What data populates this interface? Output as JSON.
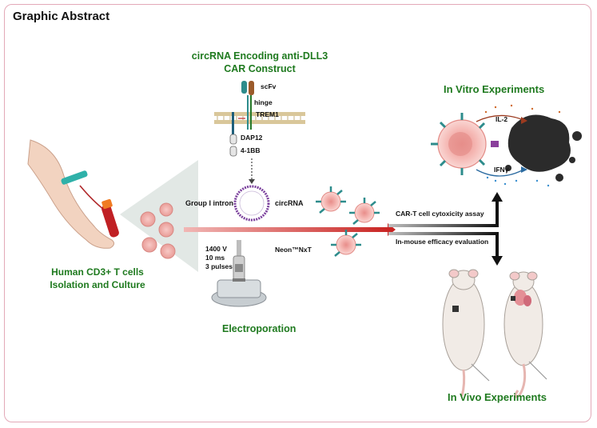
{
  "title": "Graphic Abstract",
  "construct": {
    "heading_line1": "circRNA Encoding anti-DLL3",
    "heading_line2": "CAR Construct",
    "labels": {
      "scfv": "scFv",
      "hinge": "hinge",
      "trem1": "TREM1",
      "dap12": "DAP12",
      "costim": "4-1BB"
    },
    "intron_label": "Group I intron",
    "circ_label": "circRNA"
  },
  "tcells": {
    "line1": "Human CD3+ T cells",
    "line2": "Isolation and Culture"
  },
  "electroporation": {
    "heading": "Electroporation",
    "params": [
      "1400 V",
      "10 ms",
      "3 pulses"
    ],
    "device": "Neon™NxT"
  },
  "assays": {
    "cytotoxicity": "CAR-T cell cytoxicity assay",
    "in_mouse": "In-mouse efficacy evaluation"
  },
  "in_vitro": {
    "heading": "In Vitro Experiments",
    "cytokine1": "IL-2",
    "cytokine2": "IFNγ"
  },
  "in_vivo": {
    "heading": "In Vivo Experiments"
  },
  "colors": {
    "frame": "#e3a9b8",
    "heading_green": "#1f7a1f",
    "arrow_red": "#d8322e",
    "tcell_pink": "#f3b0ad",
    "receptor_teal": "#2d8c8c"
  }
}
